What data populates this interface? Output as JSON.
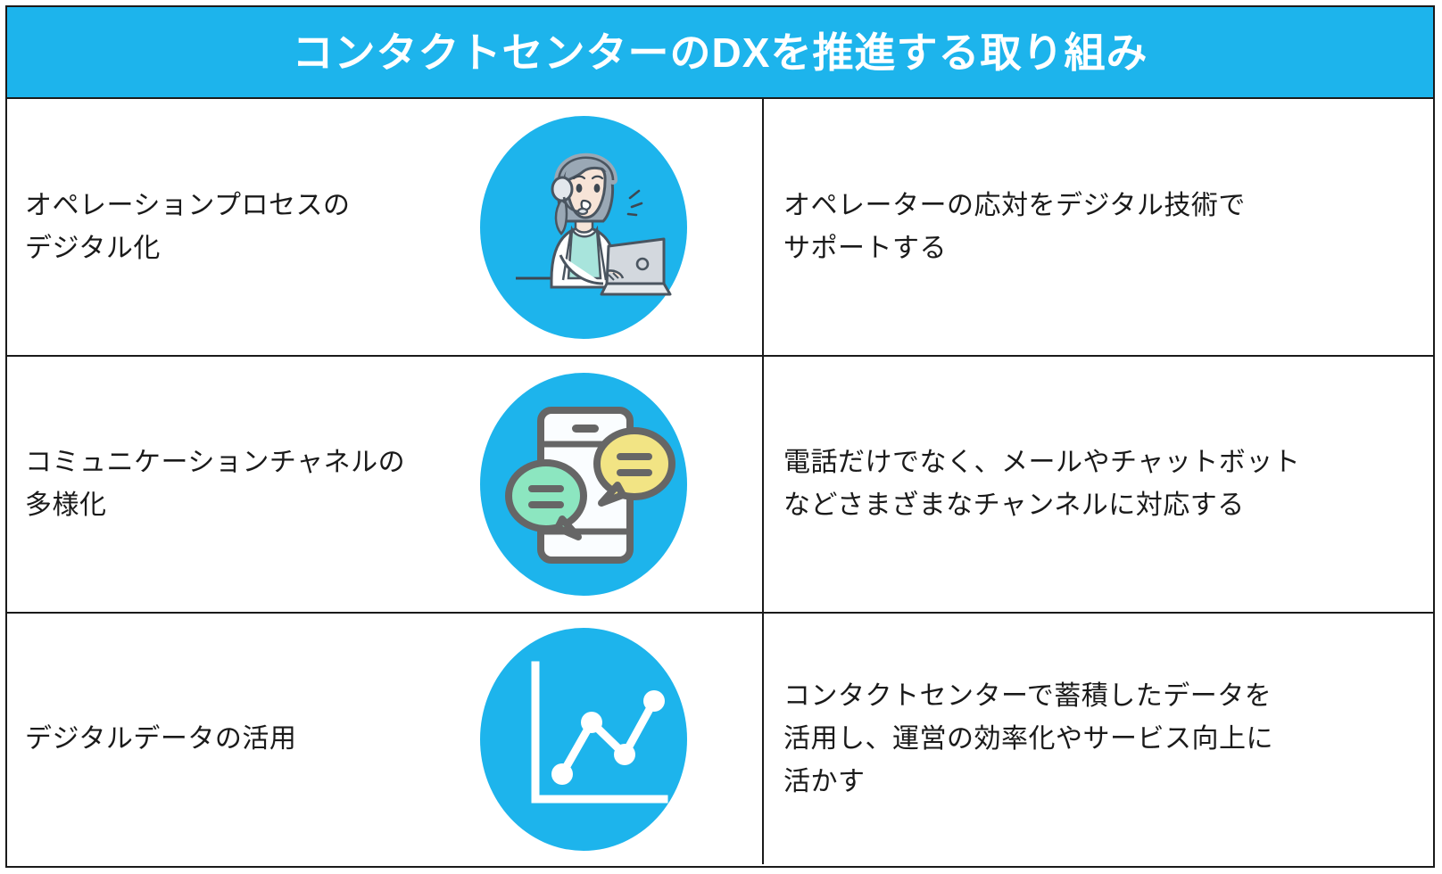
{
  "header": {
    "title": "コンタクトセンターのDXを推進する取り組み",
    "background_color": "#1DB4EC",
    "text_color": "#FFFFFF"
  },
  "colors": {
    "accent_cyan": "#1DB4EC",
    "border": "#1A1A1A",
    "text": "#1A1A1A",
    "bubble_green": "#8CE6C0",
    "bubble_yellow": "#F2E484",
    "icon_gray": "#666666",
    "skin": "#F7E4D7",
    "hair_gray": "#9AA8B5",
    "shirt_mint": "#A8E4DC",
    "laptop_gray": "#D3D8DE"
  },
  "rows": [
    {
      "label": "オペレーションプロセスの\nデジタル化",
      "label_line1": "オペレーションプロセスの",
      "label_line2": "デジタル化",
      "icon": "operator-headset-laptop-icon",
      "description": "オペレーターの応対をデジタル技術で\nサポートする",
      "desc_line1": "オペレーターの応対をデジタル技術で",
      "desc_line2": "サポートする"
    },
    {
      "label": "コミュニケーションチャネルの\n多様化",
      "label_line1": "コミュニケーションチャネルの",
      "label_line2": "多様化",
      "icon": "smartphone-chat-bubbles-icon",
      "description": "電話だけでなく、メールやチャットボット\nなどさまざまなチャンネルに対応する",
      "desc_line1": "電話だけでなく、メールやチャットボット",
      "desc_line2": "などさまざまなチャンネルに対応する"
    },
    {
      "label": "デジタルデータの活用",
      "label_line1": "デジタルデータの活用",
      "label_line2": "",
      "icon": "line-chart-icon",
      "description": "コンタクトセンターで蓄積したデータを\n活用し、運営の効率化やサービス向上に\n活かす",
      "desc_line1": "コンタクトセンターで蓄積したデータを",
      "desc_line2": "活用し、運営の効率化やサービス向上に",
      "desc_line3": "活かす"
    }
  ]
}
